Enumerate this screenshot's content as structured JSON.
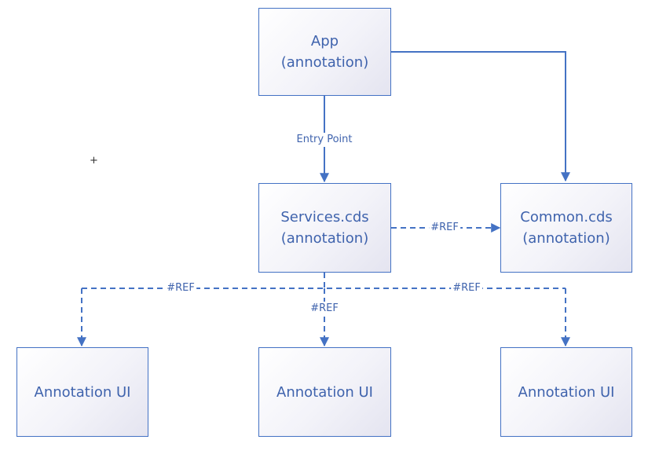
{
  "nodes": {
    "app": {
      "title": "App",
      "subtitle": "(annotation)"
    },
    "services": {
      "title": "Services.cds",
      "subtitle": "(annotation)"
    },
    "common": {
      "title": "Common.cds",
      "subtitle": "(annotation)"
    },
    "ui_left": {
      "title": "Annotation UI"
    },
    "ui_middle": {
      "title": "Annotation UI"
    },
    "ui_right": {
      "title": "Annotation UI"
    }
  },
  "edges": {
    "app_to_services": {
      "label": "Entry Point"
    },
    "services_to_common": {
      "label": "#REF"
    },
    "services_to_ui_left": {
      "label": "#REF"
    },
    "services_to_ui_middle": {
      "label": "#REF"
    },
    "services_to_ui_right": {
      "label": "#REF"
    }
  },
  "cursor_glyph": "+",
  "colors": {
    "line": "#4472c4",
    "text": "#3f63ad",
    "box_fill_end": "#e4e4f0"
  }
}
